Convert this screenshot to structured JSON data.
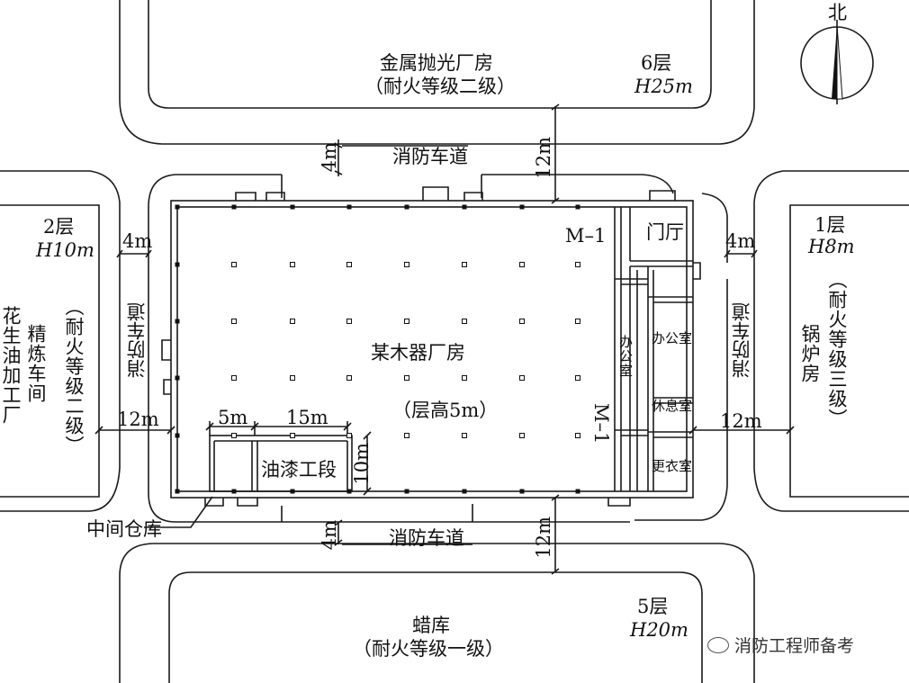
{
  "north": "北",
  "buildings": {
    "north": {
      "name": "金属抛光厂房",
      "rating": "（耐火等级二级）",
      "floors": "6层",
      "height": "H25m"
    },
    "south": {
      "name": "蜡库",
      "rating": "（耐火等级一级）",
      "floors": "5层",
      "height": "H20m"
    },
    "west": {
      "name": "花生油加工厂",
      "name2": "精炼车间",
      "rating": "（耐火等级二级）",
      "floors": "2层",
      "height": "H10m"
    },
    "east": {
      "name": "锅炉房",
      "rating": "（耐火等级三级）",
      "floors": "1层",
      "height": "H8m"
    }
  },
  "main": {
    "name": "某木器厂房",
    "height": "（层高5m）"
  },
  "rooms": {
    "lobby": "门厅",
    "office": "办公室",
    "office_corridor": "办公室",
    "rest": "休息室",
    "locker": "更衣室",
    "paint": "油漆工段",
    "storage": "中间仓库"
  },
  "doors": {
    "m1_top": "M–1",
    "m1_side": "M–1"
  },
  "roads": {
    "north": "消防车道",
    "south": "消防车道",
    "west": "消防车道",
    "east": "消防车道"
  },
  "dims": {
    "n_road": "4m",
    "n_gap": "12m",
    "s_road": "4m",
    "s_gap": "12m",
    "w_road": "4m",
    "w_gap": "12m",
    "e_road": "4m",
    "e_gap": "12m",
    "paint_a": "5m",
    "paint_b": "15m",
    "paint_h": "10m"
  },
  "watermark": "消防工程师备考"
}
